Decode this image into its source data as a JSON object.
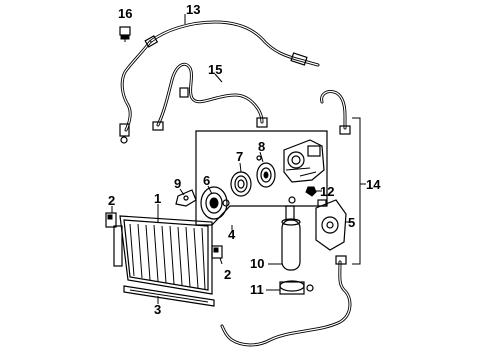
{
  "diagram": {
    "callouts": {
      "c1": "1",
      "c2a": "2",
      "c2b": "2",
      "c3": "3",
      "c4": "4",
      "c5": "5",
      "c6": "6",
      "c7": "7",
      "c8": "8",
      "c9": "9",
      "c10": "10",
      "c11": "11",
      "c12": "12",
      "c13": "13",
      "c14": "14",
      "c15": "15",
      "c16": "16"
    }
  }
}
